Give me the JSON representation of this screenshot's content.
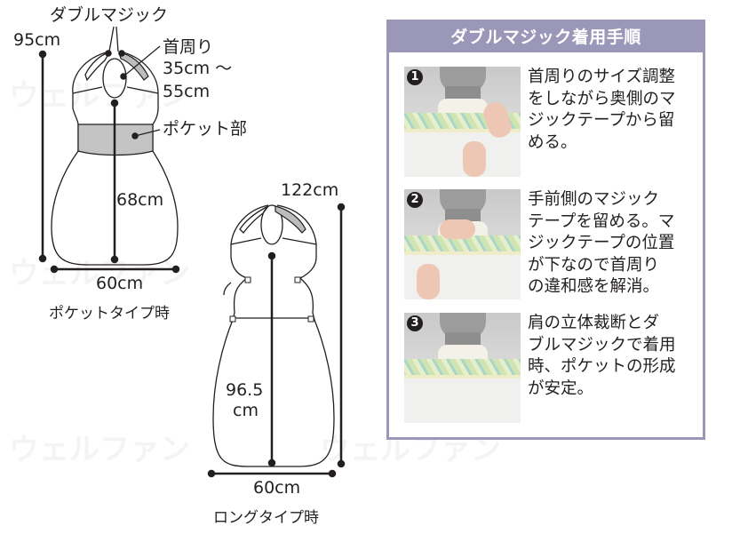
{
  "watermark": "ウェルファン",
  "pocket_type": {
    "label_double_magic": "ダブルマジック",
    "total_length": "95cm",
    "neck_label": "首周り",
    "neck_range_1": "35cm ～",
    "neck_range_2": "55cm",
    "pocket_label": "ポケット部",
    "body_length": "68cm",
    "width": "60cm",
    "caption": "ポケットタイプ時"
  },
  "long_type": {
    "total_length": "122cm",
    "body_length_1": "96.5",
    "body_length_2": "cm",
    "width": "60cm",
    "caption": "ロングタイプ時"
  },
  "instructions": {
    "title": "ダブルマジック着用手順",
    "header_color": "#9b97b9",
    "steps": [
      {
        "number": "1",
        "text": "首周りのサイズ調整\nをしながら奥側のマ\nジックテープから留\nめる。"
      },
      {
        "number": "2",
        "text": "手前側のマジック\nテープを留める。マ\nジックテープの位置\nが下なので首周り\nの違和感を解消。"
      },
      {
        "number": "3",
        "text": "肩の立体裁断とダ\nブルマジックで着用\n時、ポケットの形成\nが安定。"
      }
    ]
  }
}
